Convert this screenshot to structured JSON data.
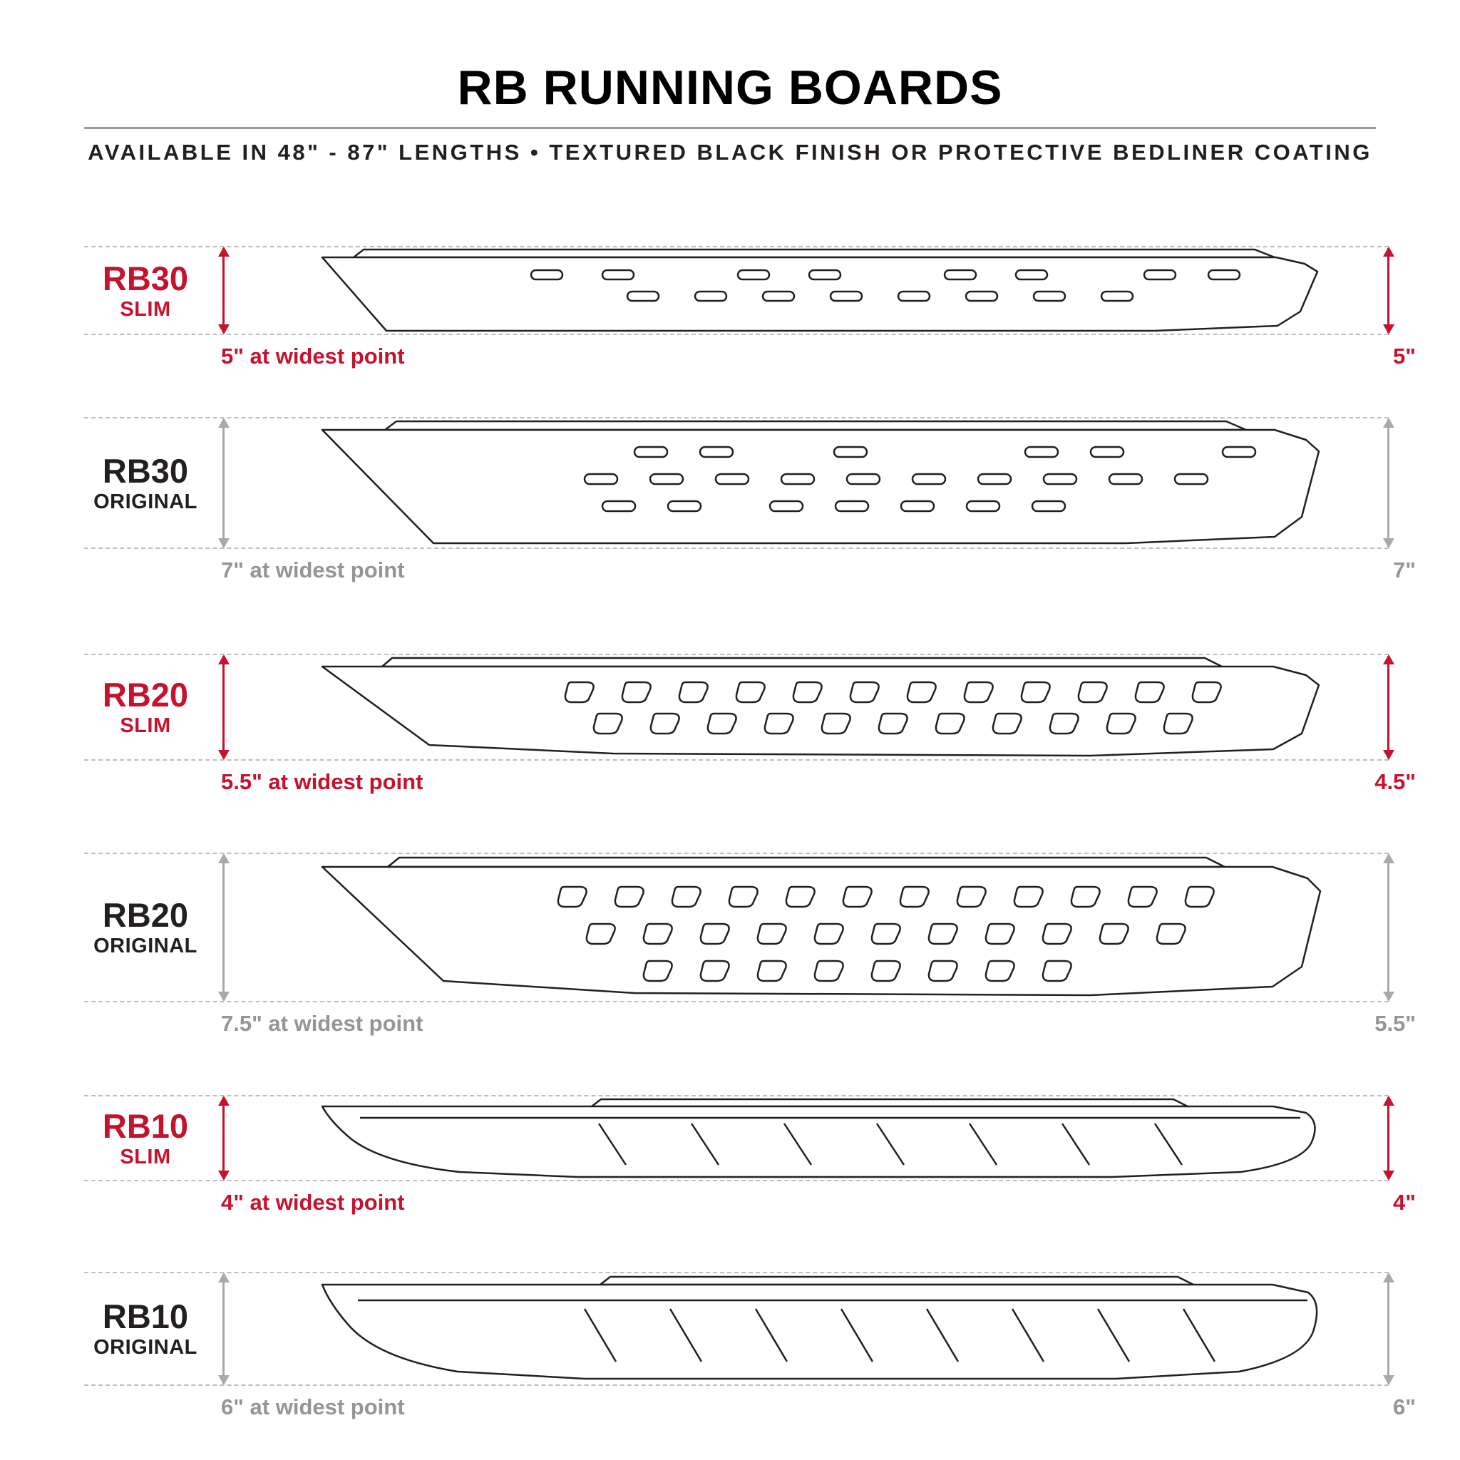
{
  "header": {
    "title": "RB RUNNING BOARDS",
    "subtitle": "AVAILABLE IN 48\" - 87\" LENGTHS  •  TEXTURED BLACK FINISH OR PROTECTIVE BEDLINER COATING"
  },
  "colors": {
    "slim_accent": "#c4122f",
    "original_text": "#231f20",
    "muted_gray": "#939598",
    "dash_gray": "#bcbec0",
    "line_art": "#231f20"
  },
  "rows": [
    {
      "model": "RB30",
      "variant": "SLIM",
      "theme": "slim",
      "pattern": "oval-slots",
      "widest_label": "5\" at widest point",
      "height_label": "5\""
    },
    {
      "model": "RB30",
      "variant": "ORIGINAL",
      "theme": "original",
      "pattern": "oval-slots",
      "widest_label": "7\" at widest point",
      "height_label": "7\""
    },
    {
      "model": "RB20",
      "variant": "SLIM",
      "theme": "slim",
      "pattern": "d-slots",
      "widest_label": "5.5\" at widest point",
      "height_label": "4.5\""
    },
    {
      "model": "RB20",
      "variant": "ORIGINAL",
      "theme": "original",
      "pattern": "d-slots",
      "widest_label": "7.5\" at widest point",
      "height_label": "5.5\""
    },
    {
      "model": "RB10",
      "variant": "SLIM",
      "theme": "slim",
      "pattern": "slash-slots",
      "widest_label": "4\" at widest point",
      "height_label": "4\""
    },
    {
      "model": "RB10",
      "variant": "ORIGINAL",
      "theme": "original",
      "pattern": "slash-slots",
      "widest_label": "6\" at widest point",
      "height_label": "6\""
    }
  ]
}
